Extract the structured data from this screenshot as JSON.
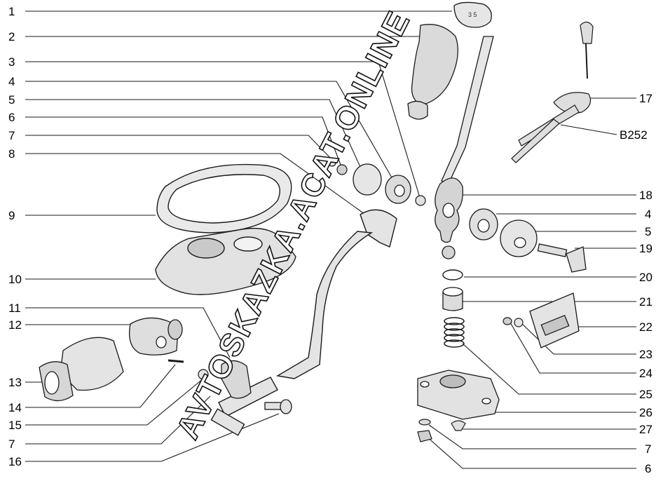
{
  "left_callouts": [
    "1",
    "2",
    "3",
    "4",
    "5",
    "6",
    "7",
    "8",
    "9",
    "10",
    "11",
    "12",
    "13",
    "14",
    "15",
    "7",
    "16"
  ],
  "right_callouts": [
    "17",
    "B252",
    "18",
    "4",
    "5",
    "19",
    "20",
    "21",
    "22",
    "23",
    "24",
    "25",
    "26",
    "27",
    "7",
    "6"
  ],
  "watermark": "AVTOSKAZKA.ACAT.ONLINE",
  "colors": {
    "line": "#1a1a1a",
    "part_fill": "#dcdcdc",
    "part_dark": "#6e6e6e",
    "background": "#ffffff"
  }
}
